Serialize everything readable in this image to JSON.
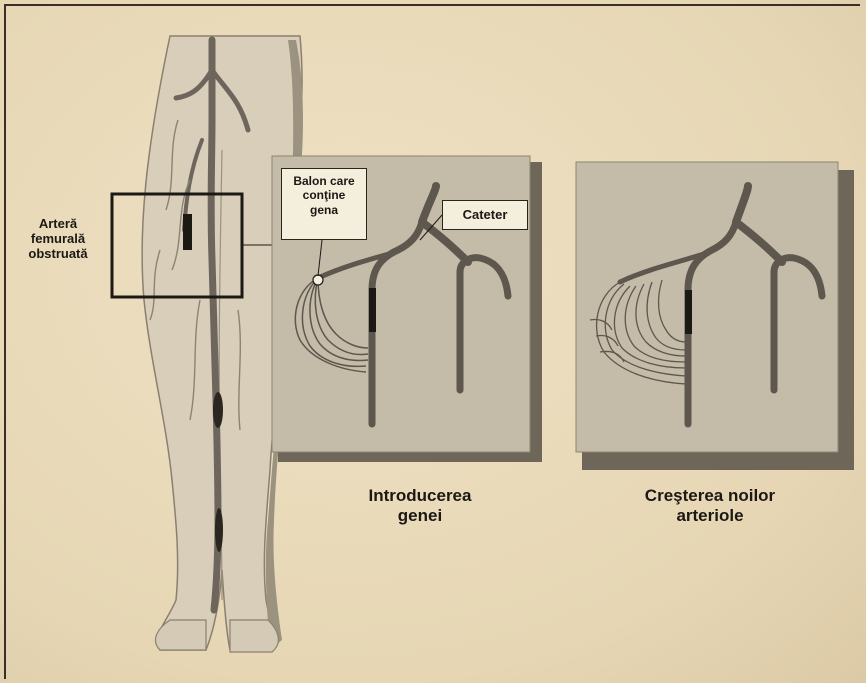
{
  "labels": {
    "artery_line1": "Arteră",
    "artery_line2": "femurală",
    "artery_line3": "obstruată",
    "balloon_line1": "Balon care",
    "balloon_line2": "conţine",
    "balloon_line3": "gena",
    "catheter": "Cateter",
    "intro_line1": "Introducerea",
    "intro_line2": "genei",
    "growth_line1": "Creşterea noilor",
    "growth_line2": "arteriole"
  },
  "colors": {
    "paper": "#ebdcbc",
    "panel": "#c4bba8",
    "panel_shadow": "#6f665a",
    "vessel": "#6e665c",
    "ink": "#1c1814"
  }
}
